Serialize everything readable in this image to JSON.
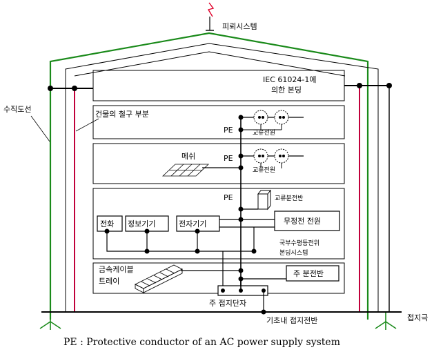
{
  "labels": {
    "lightning_system": "피뢰시스템",
    "iec_bonding_line1": "IEC 61024-1에",
    "iec_bonding_line2": "의한 본딩",
    "down_conductor": "수직도선",
    "building_steel": "건물의 철구 부분",
    "pe_1": "PE",
    "pe_2": "PE",
    "pe_3": "PE",
    "ac_power_1": "교류전원",
    "ac_power_2": "교류전원",
    "mesh": "메쉬",
    "ac_distribution_panel": "교류분전반",
    "telephone": "전화",
    "info_equipment": "정보기기",
    "electronic_equipment": "전자기기",
    "ups": "무정전 전원",
    "local_bonding_line1": "국부수평등전위",
    "local_bonding_line2": "본딩시스템",
    "cable_tray_line1": "금속케이블",
    "cable_tray_line2": "트레이",
    "main_distribution_panel": "주 분전반",
    "main_earthing_terminal": "주 접지단자",
    "earth_electrode": "접지극",
    "foundation_earth": "기초내 접지전반"
  },
  "caption": "PE : Protective conductor of an AC power supply system",
  "colors": {
    "outer_frame": "#1a8a1a",
    "steel": "#c0003a",
    "lightning": "#e0002a",
    "line": "#000000"
  }
}
